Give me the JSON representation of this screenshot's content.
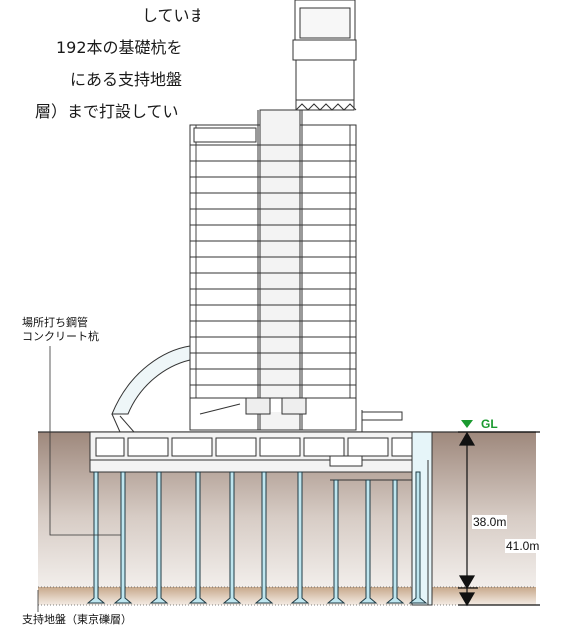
{
  "description_lines": [
    "しています。タイム",
    "192本の基礎杭を",
    "にある支持地盤",
    "層）まで打設してい"
  ],
  "labels": {
    "pile_type_line1": "場所打ち鋼管",
    "pile_type_line2": "コンクリート杭",
    "bearing_layer": "支持地盤（東京礫層）",
    "ground_level": "GL",
    "depth_pile_tip": "38.0m",
    "depth_bearing": "41.0m"
  },
  "colors": {
    "soil": "#a79184",
    "bearing": "#c7a88a",
    "pile": "#bfe6ef",
    "gl_marker": "#1a9a2f"
  }
}
